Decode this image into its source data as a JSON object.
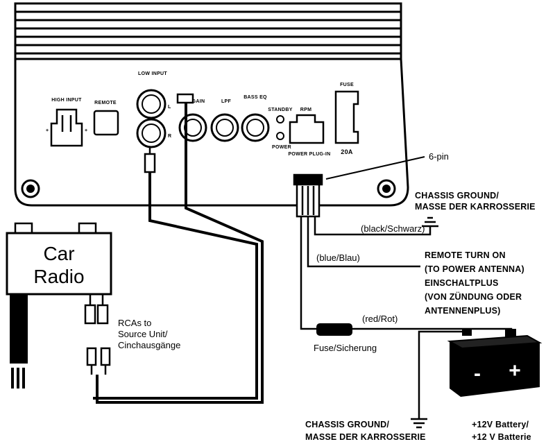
{
  "amplifier": {
    "panel_labels": {
      "low_input": "LOW INPUT",
      "high_input": "HIGH INPUT",
      "remote": "REMOTE",
      "gain": "GAIN",
      "lpf": "LPF",
      "bass_eq": "BASS EQ",
      "standby": "STANDBY",
      "power": "POWER",
      "rpm": "RPM",
      "power_plug_in": "POWER PLUG-IN",
      "fuse": "FUSE",
      "fuse_rating": "20A",
      "channel_l": "L",
      "channel_r": "R"
    }
  },
  "connector_label": "6-pin",
  "car_radio": {
    "line1": "Car",
    "line2": "Radio"
  },
  "rca_label": [
    "RCAs to",
    "Source Unit/",
    "Cinchausgänge"
  ],
  "chassis_ground_top": [
    "CHASSIS GROUND/",
    "MASSE DER KARROSSERIE"
  ],
  "black_wire": "(black/Schwarz)",
  "blue_wire": "(blue/Blau)",
  "remote_turn_on": [
    "REMOTE TURN ON",
    "(TO POWER ANTENNA)",
    "EINSCHALTPLUS",
    "(VON ZÜNDUNG ODER",
    "ANTENNENPLUS)"
  ],
  "red_wire": "(red/Rot)",
  "fuse_label": "Fuse/Sicherung",
  "chassis_ground_bottom": [
    "CHASSIS GROUND/",
    "MASSE DER KARROSSERIE"
  ],
  "battery": {
    "minus": "-",
    "plus": "+",
    "label": [
      "+12V Battery/",
      "+12 V Batterie"
    ]
  },
  "colors": {
    "ink": "#000000",
    "paper": "#ffffff"
  }
}
